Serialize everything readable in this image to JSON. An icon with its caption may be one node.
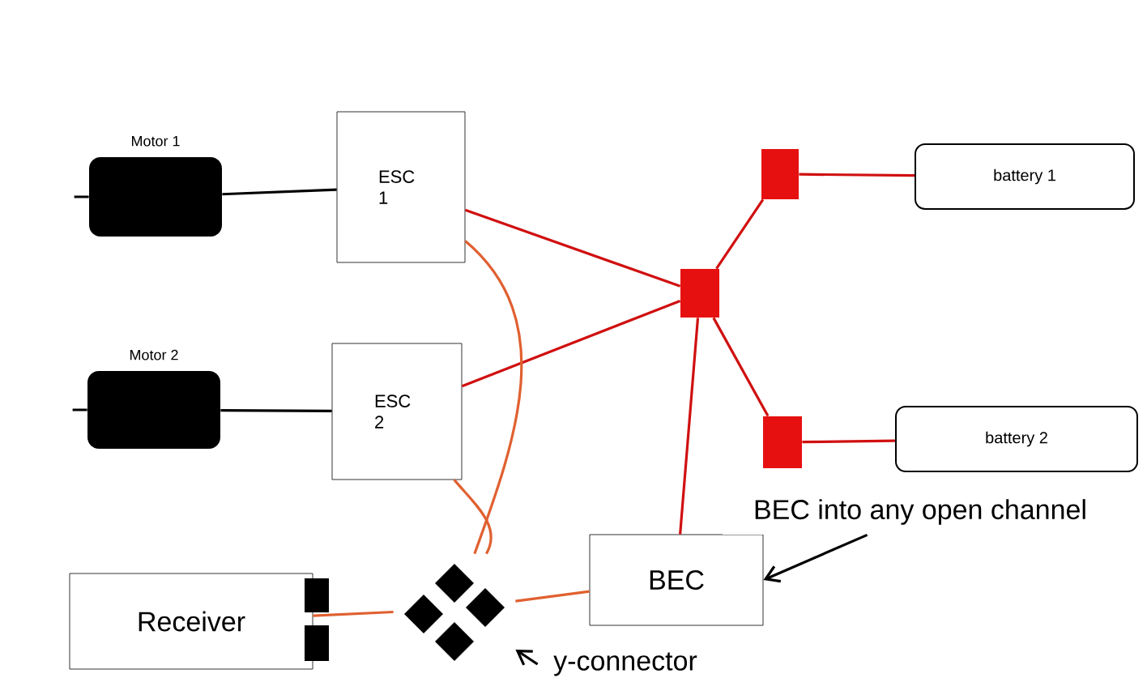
{
  "diagram": {
    "nodes": [
      {
        "text": [
          "Motor 1"
        ]
      },
      {
        "text": [
          "ESC 1"
        ]
      },
      {
        "text": [
          "Motor 2"
        ]
      },
      {
        "text": [
          "ESC 2"
        ]
      },
      {
        "text": [],
        "shape": "box"
      },
      {
        "text": [],
        "shape": "box"
      },
      {
        "text": [
          "battery 1"
        ]
      },
      {
        "text": [],
        "shape": "box"
      },
      {
        "text": [
          "battery 2"
        ]
      },
      {
        "text": [
          "Receiver"
        ]
      },
      {
        "text": [],
        "shape": "diamond"
      },
      {
        "text": [
          "BEC"
        ]
      },
      {
        "text": [
          "BEC into any open channel"
        ]
      },
      {
        "text": [
          "y-connector"
        ]
      }
    ],
    "edges": [
      {
        "from": 0,
        "to": 1,
        "arrow": "none",
        "color": "#000000"
      },
      {
        "from": 2,
        "to": 3,
        "arrow": "none",
        "color": "#000000"
      },
      {
        "from": 1,
        "to": 4,
        "arrow": "none"
      },
      {
        "from": 3,
        "to": 4,
        "arrow": "none"
      },
      {
        "from": 4,
        "to": 5,
        "arrow": "none"
      },
      {
        "from": 4,
        "to": 7,
        "arrow": "none"
      },
      {
        "from": 5,
        "to": 6,
        "arrow": "none"
      },
      {
        "from": 7,
        "to": 8,
        "arrow": "none"
      },
      {
        "from": 1,
        "to": 10,
        "arrow": "none",
        "color": "#e06030"
      },
      {
        "from": 3,
        "to": 10,
        "arrow": "none",
        "color": "#e06030"
      },
      {
        "from": 11,
        "to": 10,
        "arrow": "none",
        "color": "#e06030"
      },
      {
        "from": 9,
        "to": 10,
        "arrow": "none",
        "color": "#e06030"
      },
      {
        "from": 11,
        "to": 4,
        "arrow": "none"
      },
      {
        "from": 12,
        "to": 11,
        "arrow": "to",
        "color": "#000000"
      },
      {
        "from": 13,
        "to": 10,
        "arrow": "to",
        "color": "#000000"
      }
    ]
  }
}
